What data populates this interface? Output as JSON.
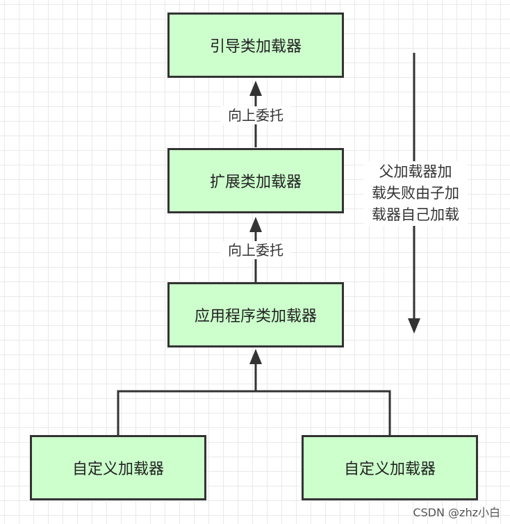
{
  "nodes": {
    "bootstrap": "引导类加载器",
    "extension": "扩展类加载器",
    "application": "应用程序类加载器",
    "custom_left": "自定义加载器",
    "custom_right": "自定义加载器"
  },
  "edges": {
    "delegate_upper": "向上委托",
    "delegate_lower": "向上委托"
  },
  "side_note": {
    "line1": "父加载器加",
    "line2": "载失败由子加",
    "line3": "载器自己加载"
  },
  "watermark": "CSDN @zhz小白",
  "colors": {
    "box_fill": "#ccffcc",
    "box_border": "#333333",
    "line": "#333333"
  }
}
